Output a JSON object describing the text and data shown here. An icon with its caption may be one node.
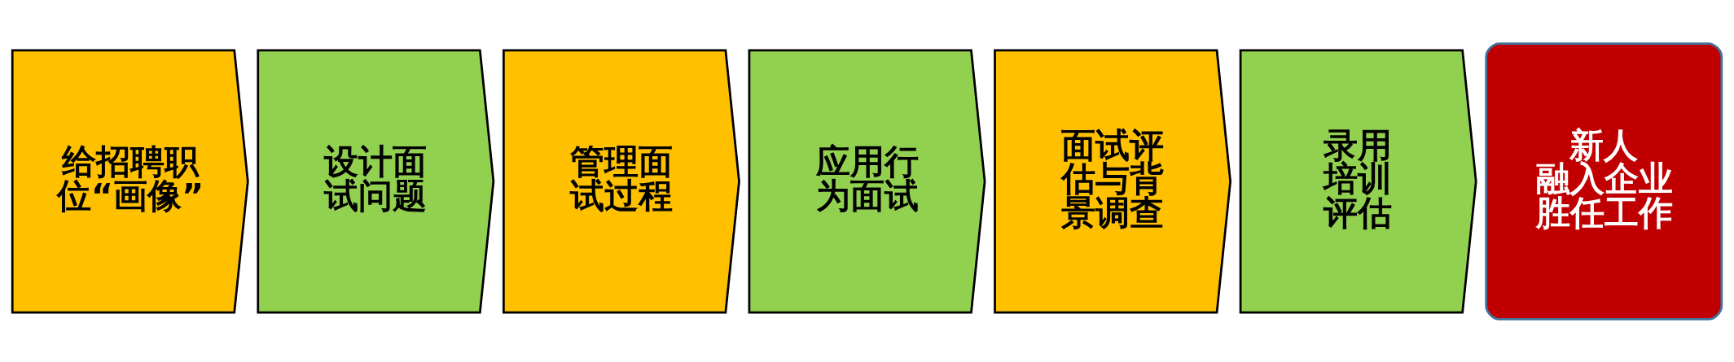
{
  "diagram": {
    "nodes": [
      {
        "text": [
          "给招聘职位“画像”"
        ]
      },
      {
        "text": [
          "设计面试问题"
        ]
      },
      {
        "text": [
          "管理面试过程"
        ]
      },
      {
        "text": [
          "应用行为面试"
        ]
      },
      {
        "text": [
          "面试评估与背景调查"
        ]
      },
      {
        "text": [
          "录用培训评估"
        ]
      },
      {
        "text": [
          "新人融入企业胜任工作"
        ]
      }
    ]
  }
}
